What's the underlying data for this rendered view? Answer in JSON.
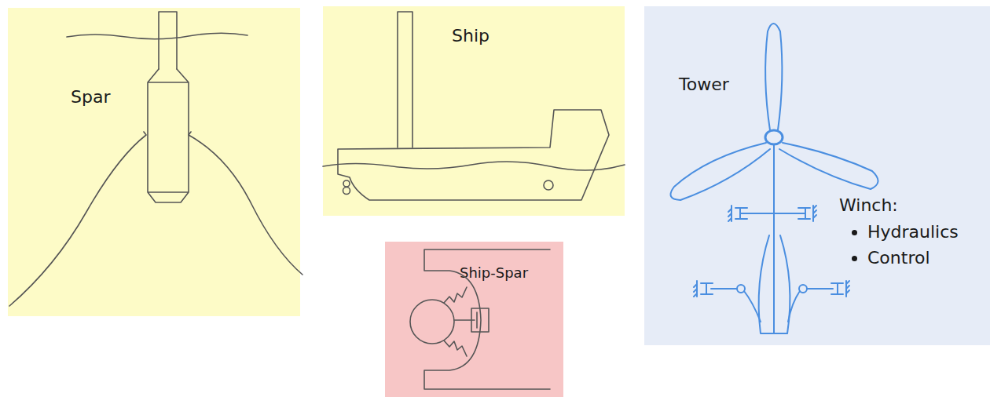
{
  "diagram": {
    "nodes": [
      {
        "text": [
          "Spar"
        ]
      },
      {
        "text": [
          "Ship"
        ]
      },
      {
        "text": [
          "Ship-Spar"
        ]
      },
      {
        "text": [
          "Tower",
          "Winch:",
          "Hydraulics",
          "Control"
        ]
      }
    ]
  }
}
